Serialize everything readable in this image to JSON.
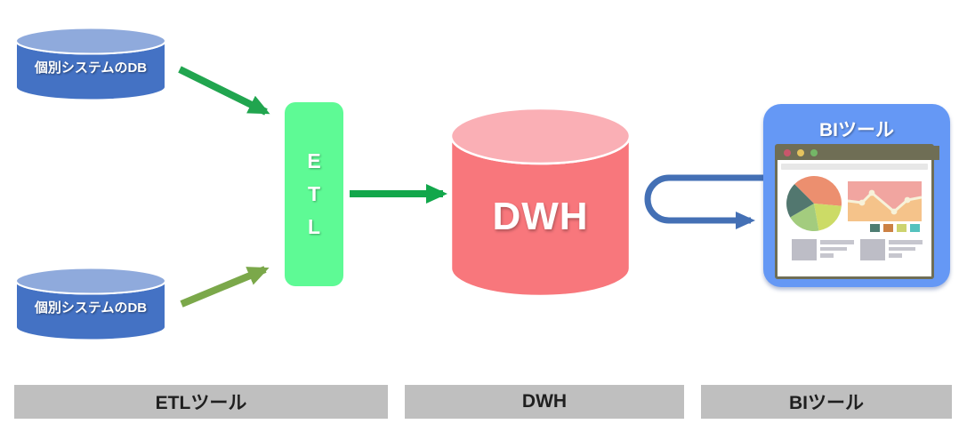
{
  "nodes": {
    "source_db_top": {
      "label": "個別システムのDB",
      "body_color": "#4472C4",
      "top_color": "#8FAADC"
    },
    "source_db_bottom": {
      "label": "個別システムのDB",
      "body_color": "#4472C4",
      "top_color": "#8FAADC"
    },
    "etl": {
      "letters": [
        "E",
        "T",
        "L"
      ],
      "color": "#5EFA95"
    },
    "dwh": {
      "label": "DWH",
      "body_color": "#F8777C",
      "top_color": "#FAAFB5"
    },
    "bi": {
      "title": "BIツール",
      "color": "#6598F5"
    }
  },
  "arrows": {
    "db_top_to_etl": {
      "color": "#21A54F",
      "direction": "down-right"
    },
    "db_bottom_to_etl": {
      "color": "#7BA84A",
      "direction": "up-right"
    },
    "etl_to_dwh": {
      "color": "#12A74B",
      "direction": "right"
    },
    "dwh_to_bi": {
      "color": "#4470B5",
      "direction": "u-turn-right"
    }
  },
  "bi_browser": {
    "traffic_dot_colors": [
      "#C9566B",
      "#E5C35E",
      "#74B767"
    ],
    "frame_color": "#6F6E55",
    "pie_slice_colors": [
      "#EC8F6F",
      "#CCDB66",
      "#A3CC7E",
      "#52776F"
    ],
    "line_chart_bg": "#F1A5A0",
    "line_chart_area": "#F5C38A",
    "line_chart_line": "#F7F2D9",
    "legend_colors": [
      "#4E7D72",
      "#CC8144",
      "#CDD36E",
      "#54C2BE"
    ]
  },
  "footer": {
    "etl": "ETLツール",
    "dwh": "DWH",
    "bi": "BIツール"
  }
}
